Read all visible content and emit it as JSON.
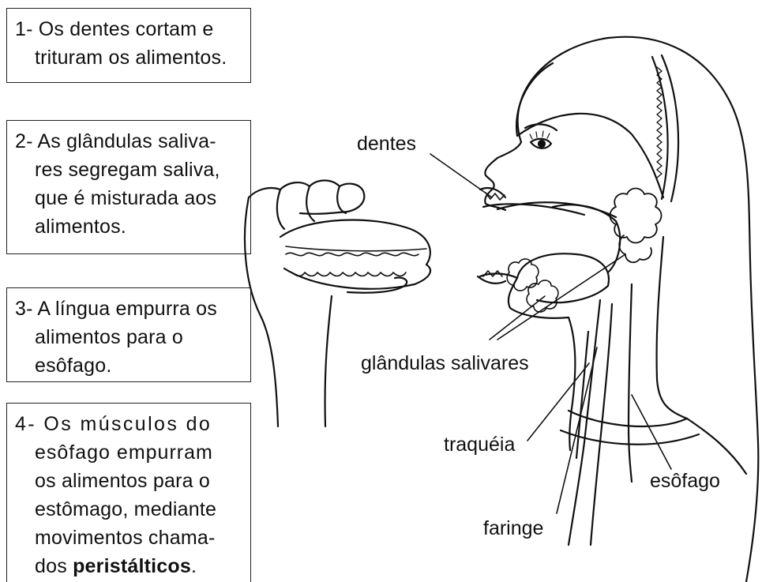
{
  "boxes": [
    {
      "lines": [
        "1- Os dentes cortam e",
        "trituram os alimentos."
      ]
    },
    {
      "lines": [
        "2- As glândulas saliva-",
        "res segregam saliva,",
        "que é misturada aos",
        "alimentos."
      ]
    },
    {
      "lines": [
        "3- A língua empurra os",
        "alimentos para o",
        "esôfago."
      ]
    },
    {
      "lines": [
        "4- Os músculos do",
        "esôfago empurram",
        "os alimentos para o",
        "estômago, mediante",
        "movimentos chama-"
      ],
      "last_line_prefix": "dos ",
      "last_line_bold": "peristálticos",
      "last_line_suffix": "."
    }
  ],
  "labels": {
    "dentes": "dentes",
    "glandulas_salivares": "glândulas salivares",
    "traqueia": "traquéia",
    "esofago": "esôfago",
    "faringe": "faringe"
  }
}
